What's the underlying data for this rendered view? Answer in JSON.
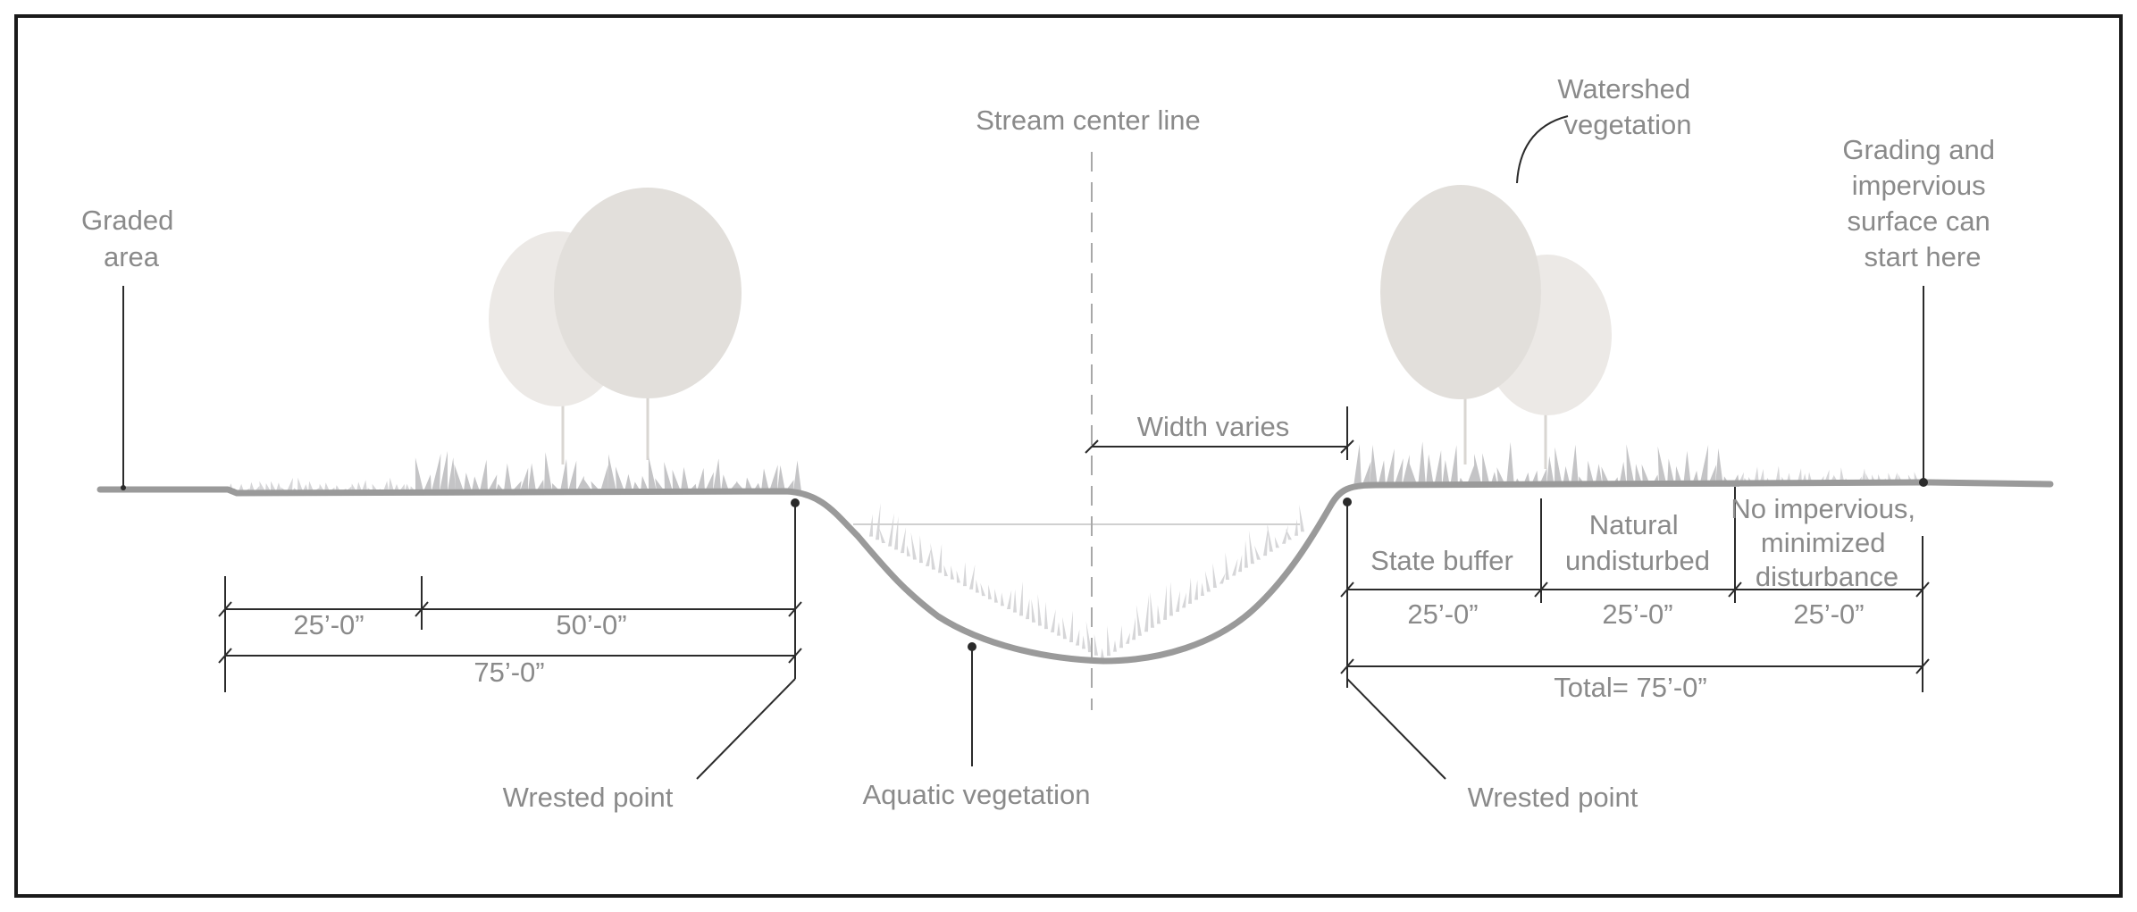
{
  "labels": {
    "graded_area": [
      "Graded",
      "area"
    ],
    "stream_center_line": "Stream center line",
    "watershed_vegetation": [
      "Watershed",
      "vegetation"
    ],
    "grading_start": [
      "Grading and",
      "impervious",
      "surface can",
      "start here"
    ],
    "width_varies": "Width varies",
    "state_buffer": "State buffer",
    "natural_undisturbed": [
      "Natural",
      "undisturbed"
    ],
    "no_impervious": [
      "No impervious,",
      "minimized",
      "disturbance"
    ],
    "wrested_point_left": "Wrested point",
    "wrested_point_right": "Wrested point",
    "aquatic_vegetation": "Aquatic vegetation"
  },
  "dimensions": {
    "left_25": "25’-0”",
    "left_50": "50’-0”",
    "left_75": "75’-0”",
    "right_25_a": "25’-0”",
    "right_25_b": "25’-0”",
    "right_25_c": "25’-0”",
    "right_total": "Total= 75’-0”"
  },
  "colors": {
    "frame": "#1a1a1a",
    "label_text": "#8a8a8a",
    "ground_line": "#9a9a9a",
    "grass": "#c4c4c6",
    "tree_dark": "#e2dfdb",
    "tree_light": "#ece9e6",
    "dimension_line": "#2b2b2b"
  }
}
